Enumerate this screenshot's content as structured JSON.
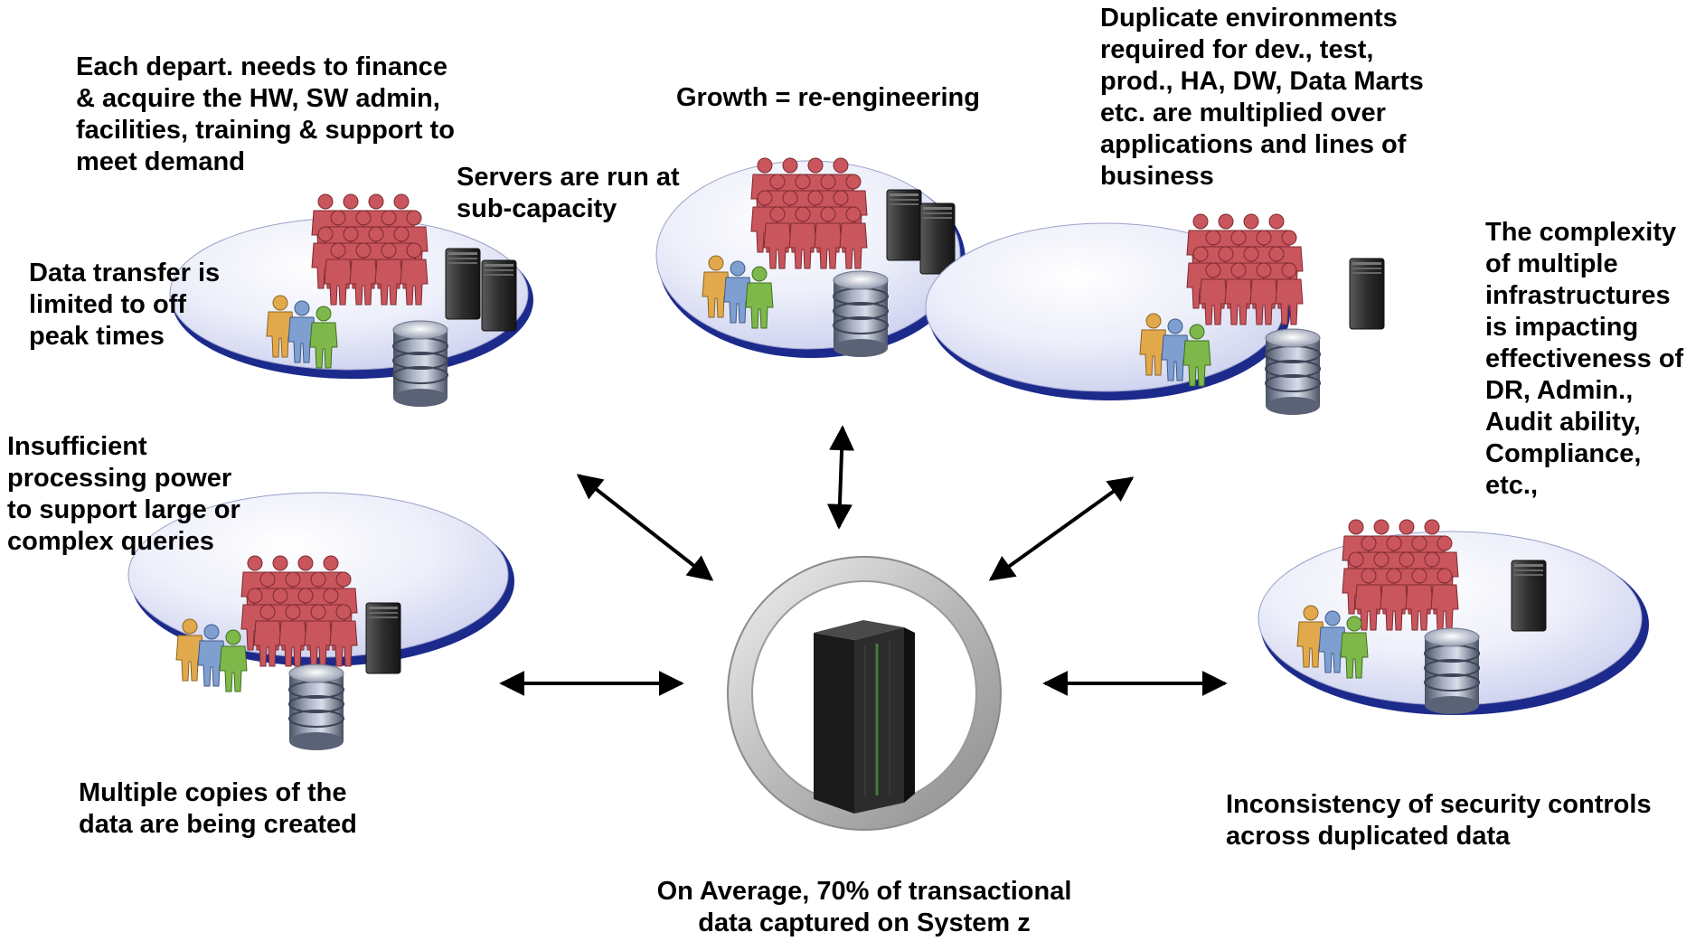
{
  "labels": {
    "finance": "Each depart. needs to finance\n& acquire the HW, SW admin,\nfacilities, training & support  to\nmeet demand",
    "growth": "Growth = re-engineering",
    "duplicate_env": "Duplicate environments\nrequired for dev., test,\nprod., HA, DW, Data Marts\netc. are multiplied over\napplications and lines of\nbusiness",
    "servers": "Servers are run at\nsub-capacity",
    "data_transfer": "Data transfer is\nlimited to off\npeak times",
    "complexity": "The complexity\nof multiple\ninfrastructures\nis impacting\neffectiveness of\nDR, Admin.,\nAudit ability,\nCompliance,\netc.,",
    "insufficient": "Insufficient\nprocessing power\nto support large or\ncomplex queries",
    "copies": "Multiple copies of the\ndata  are being created",
    "security": "Inconsistency of security controls\nacross duplicated data",
    "average": "On Average, 70% of transactional\ndata captured on System z"
  },
  "colors": {
    "platform_fill": "#e6e8f7",
    "platform_rim": "#1c2a8c",
    "hub_ring": "#c4c4c4",
    "people_red": "#c9555d",
    "person_orange": "#e2a94c",
    "person_blue": "#7f9fd0",
    "person_green": "#7fb84a",
    "server_dark": "#3c3c3c",
    "db_gray": "#7c8496",
    "arrow": "#000000"
  },
  "icons": [
    "people-crowd-icon",
    "staff-icon",
    "server-tower-icon",
    "database-icon",
    "mainframe-icon",
    "double-arrow-icon"
  ]
}
